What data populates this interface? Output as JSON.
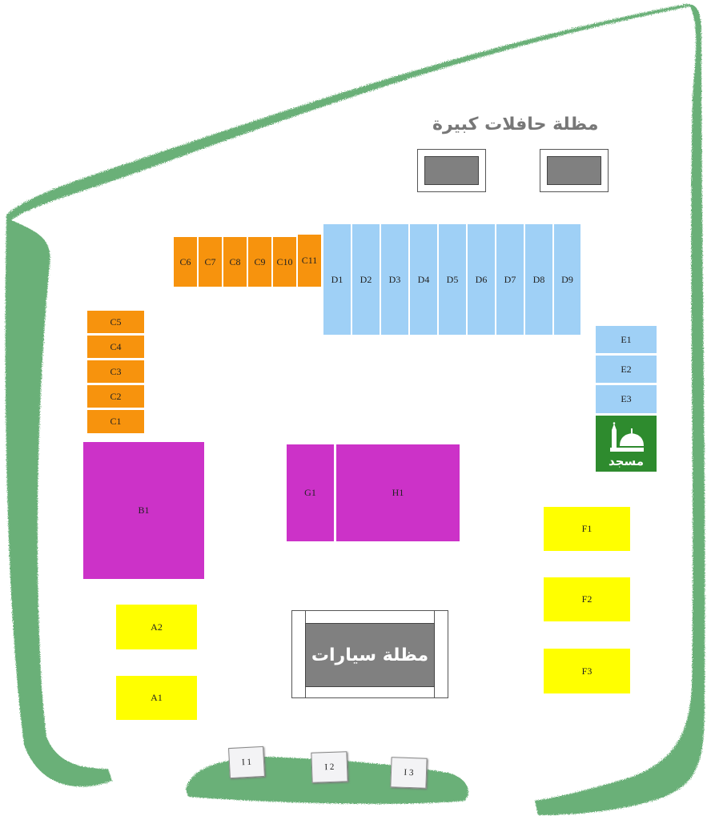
{
  "colors": {
    "green_belt": "#5aa86a",
    "orange_lots": "#f7930d",
    "blue_lots": "#9fd0f6",
    "magenta_lots": "#cc32c8",
    "yellow_lots": "#ffff00",
    "canopy_roof": "#808080",
    "mosque": "#2e8b2e"
  },
  "labels": {
    "bus_canopy": "مظلة حافلات كبيرة",
    "car_canopy": "مظلة سيارات",
    "mosque": "مسجد"
  },
  "lots": {
    "c6": "C6",
    "c7": "C7",
    "c8": "C8",
    "c9": "C9",
    "c10": "C10",
    "c11": "C11",
    "c5": "C5",
    "c4": "C4",
    "c3": "C3",
    "c2": "C2",
    "c1": "C1",
    "d1": "D1",
    "d2": "D2",
    "d3": "D3",
    "d4": "D4",
    "d5": "D5",
    "d6": "D6",
    "d7": "D7",
    "d8": "D8",
    "d9": "D9",
    "e1": "E1",
    "e2": "E2",
    "e3": "E3",
    "b1": "B1",
    "g1": "G1",
    "h1": "H1",
    "f1": "F1",
    "f2": "F2",
    "f3": "F3",
    "a2": "A2",
    "a1": "A1",
    "i1": "I 1",
    "i2": "I 2",
    "i3": "I 3"
  },
  "icons": {
    "mosque_icon": "mosque-icon"
  }
}
